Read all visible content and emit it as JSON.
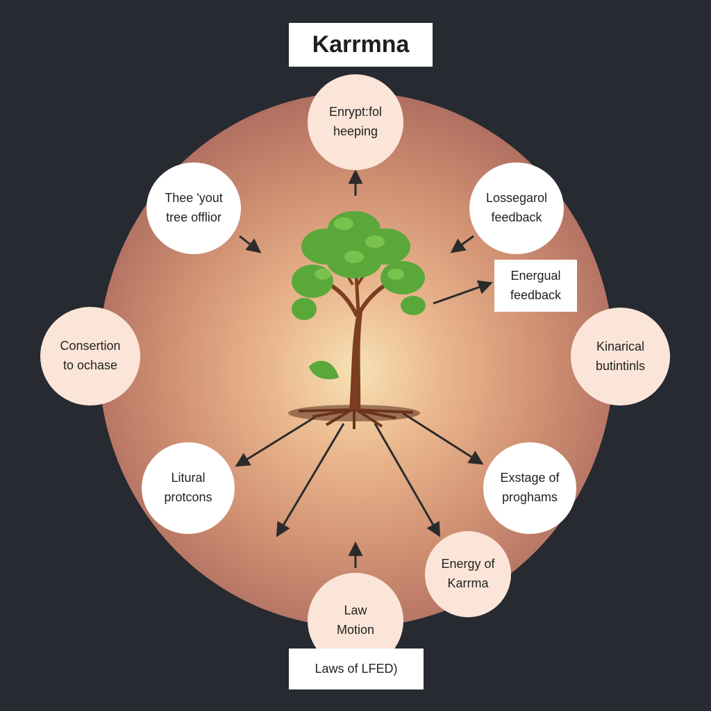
{
  "title": "Karrmna",
  "nodes": {
    "top": "Enrypt:fol\nheeping",
    "upper_left": "Thee 'yout\ntree offlior",
    "upper_right": "Lossegarol\nfeedback",
    "middle_left": "Consertion\nto ochase",
    "middle_right": "Kinarical\nbutintinls",
    "lower_left": "Litural\nprotcons",
    "lower_right": "Exstage of\nproghams",
    "energy": "Energy of\nKarrma",
    "bottom": "Law\nMotion"
  },
  "labels": {
    "energy_feedback": "Energual\nfeedback",
    "footer": "Laws of LFED)"
  },
  "colors": {
    "background": "#272a31",
    "circle": "#c6856d",
    "node_white": "#ffffff",
    "node_peach": "#fbe5d8",
    "arrow": "#2b2b2b",
    "leaf": "#5aa83a",
    "trunk": "#7b3e22"
  }
}
